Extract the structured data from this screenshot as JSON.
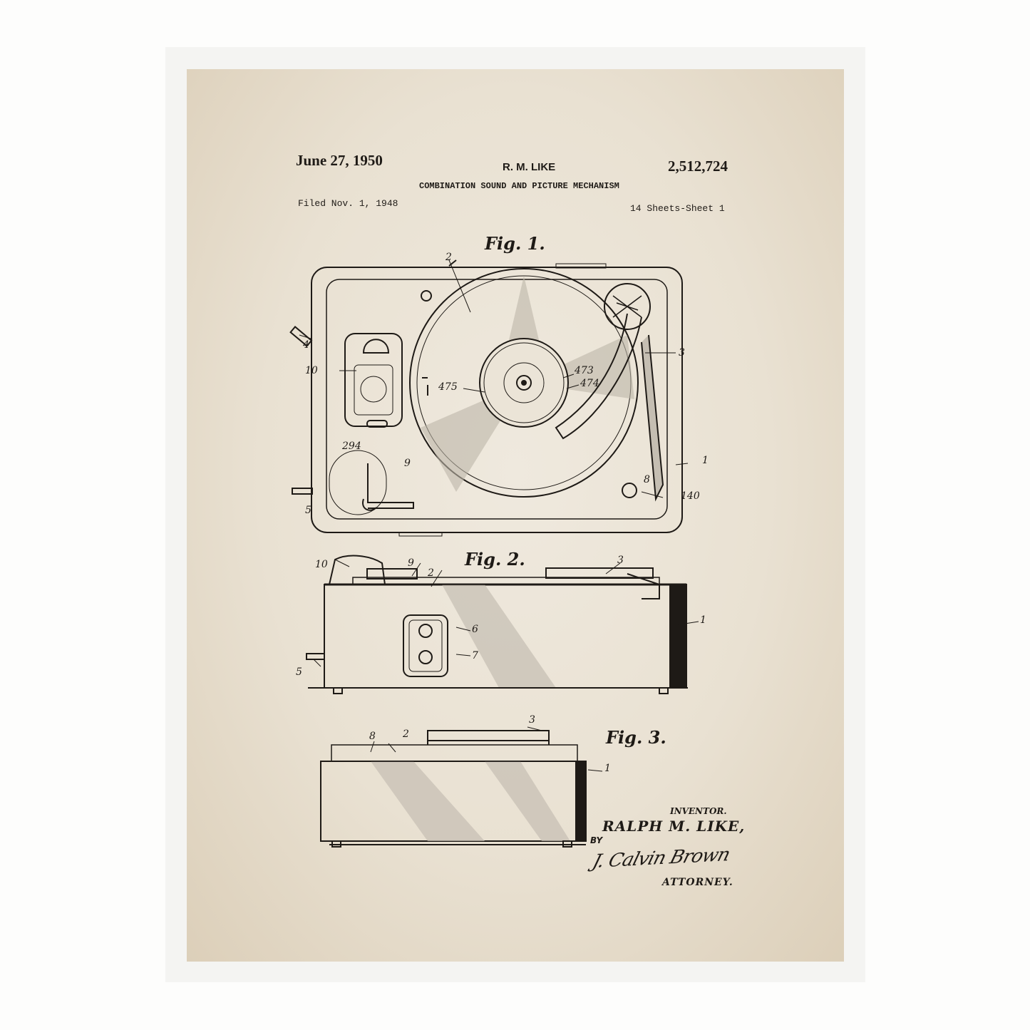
{
  "patent": {
    "date": "June 27, 1950",
    "inventor_short": "R. M. LIKE",
    "number": "2,512,724",
    "title": "COMBINATION SOUND AND PICTURE MECHANISM",
    "filed": "Filed Nov. 1, 1948",
    "sheets": "14 Sheets-Sheet 1"
  },
  "figures": {
    "fig1": {
      "label": "Fig. 1.",
      "parts": [
        "2",
        "3",
        "4",
        "10",
        "473",
        "474",
        "475",
        "294",
        "9",
        "5",
        "1",
        "8",
        "140"
      ]
    },
    "fig2": {
      "label": "Fig. 2.",
      "parts": [
        "10",
        "9",
        "2",
        "3",
        "6",
        "7",
        "1",
        "5"
      ]
    },
    "fig3": {
      "label": "Fig. 3.",
      "parts": [
        "8",
        "2",
        "3",
        "1"
      ]
    }
  },
  "signature": {
    "inventor_label": "INVENTOR.",
    "inventor_name": "RALPH M. LIKE,",
    "by": "BY",
    "attorney_signature": "J. Calvin Brown",
    "attorney_label": "ATTORNEY."
  },
  "colors": {
    "paper": "#e9e1d2",
    "ink": "#1e1a16",
    "frame": "#fdfdfc"
  }
}
